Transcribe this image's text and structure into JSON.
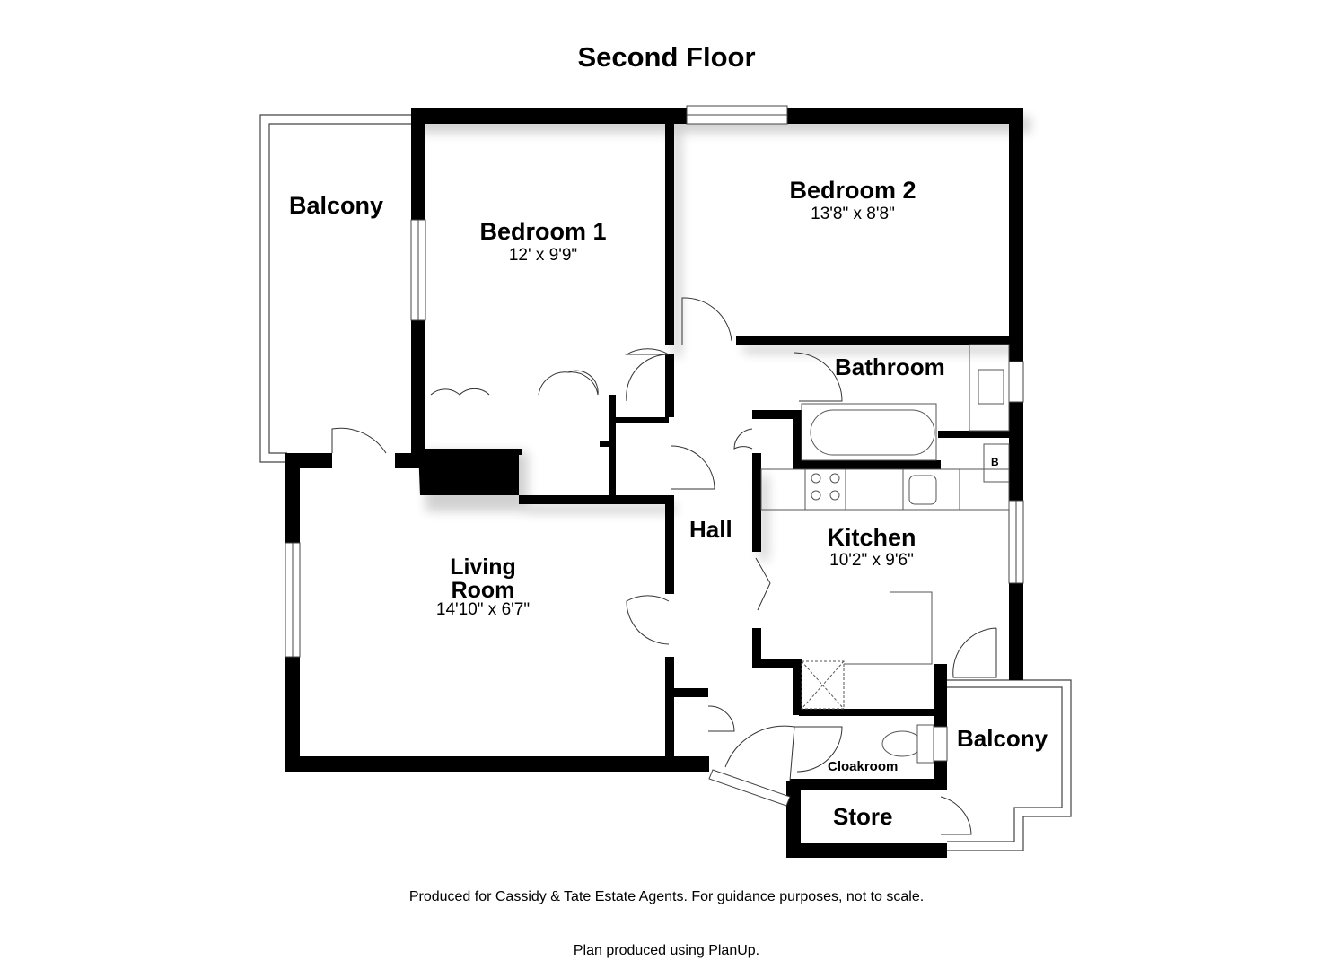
{
  "title": "Second Floor",
  "rooms": {
    "balcony_left": {
      "name": "Balcony"
    },
    "bedroom1": {
      "name": "Bedroom 1",
      "dims": "12' x 9'9\""
    },
    "bedroom2": {
      "name": "Bedroom 2",
      "dims": "13'8\" x 8'8\""
    },
    "bathroom": {
      "name": "Bathroom"
    },
    "hall": {
      "name": "Hall"
    },
    "kitchen": {
      "name": "Kitchen",
      "dims": "10'2\" x 9'6\""
    },
    "living": {
      "name_line1": "Living",
      "name_line2": "Room",
      "dims": "14'10\" x 6'7\""
    },
    "cloakroom": {
      "name": "Cloakroom"
    },
    "balcony_right": {
      "name": "Balcony"
    },
    "store": {
      "name": "Store"
    },
    "boiler": {
      "name": "B"
    }
  },
  "footer": {
    "disclaimer": "Produced for Cassidy & Tate Estate Agents. For guidance purposes, not to scale.",
    "credit": "Plan produced using PlanUp."
  },
  "colors": {
    "wall": "#000000",
    "background": "#ffffff"
  }
}
